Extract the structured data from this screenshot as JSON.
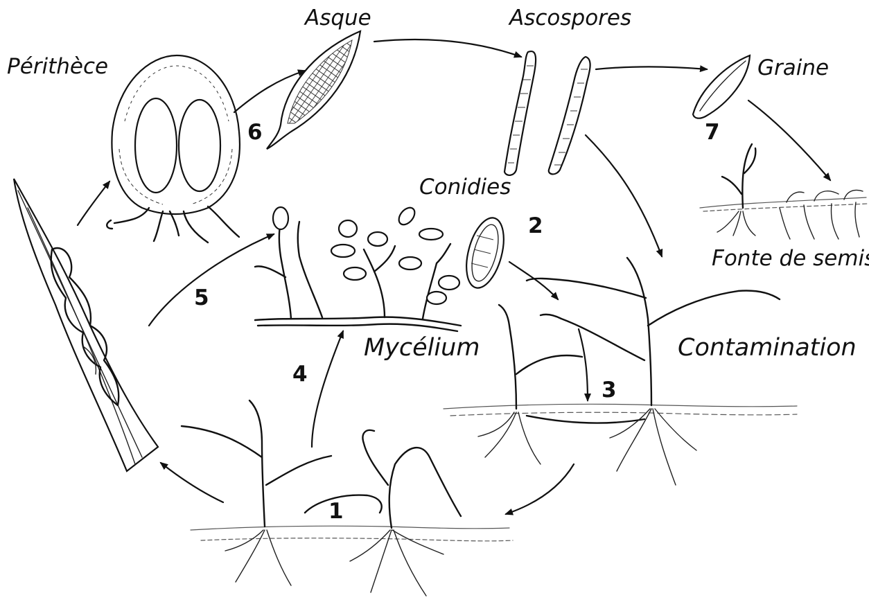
{
  "labels": {
    "perithecium": "Périthèce",
    "ascus": "Asque",
    "ascospores": "Ascospores",
    "seed": "Graine",
    "conidia": "Conidies",
    "damping_off": "Fonte de semis",
    "mycelium": "Mycélium",
    "contamination": "Contamination"
  },
  "steps": [
    "1",
    "2",
    "3",
    "4",
    "5",
    "6",
    "7"
  ]
}
